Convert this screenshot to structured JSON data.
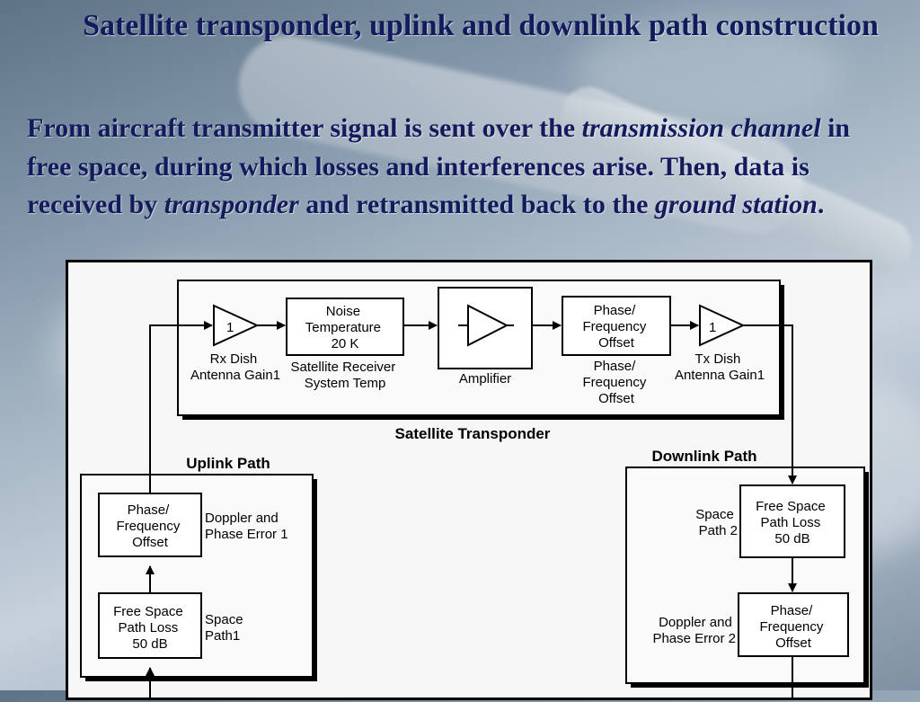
{
  "slide": {
    "title": "Satellite transponder, uplink and downlink path construction",
    "paragraph": {
      "t1": "From aircraft transmitter signal is sent over the ",
      "e1": "transmission channel",
      "t2": " in free space, during which losses  and interferences arise. Then, data is received by ",
      "e2": "transponder",
      "t3": " and retransmitted back to the ",
      "e3": "ground station",
      "t4": "."
    }
  },
  "diagram": {
    "transponder": {
      "label": "Satellite Transponder",
      "rx_gain_value": "1",
      "rx_label": [
        "Rx Dish",
        "Antenna Gain1"
      ],
      "noise_block": [
        "Noise",
        "Temperature",
        "20 K"
      ],
      "noise_label": [
        "Satellite Receiver",
        "System Temp"
      ],
      "amp_label": "Amplifier",
      "phase_block": [
        "Phase/",
        "Frequency",
        "Offset"
      ],
      "phase_label": [
        "Phase/",
        "Frequency",
        "Offset"
      ],
      "tx_gain_value": "1",
      "tx_label": [
        "Tx Dish",
        "Antenna Gain1"
      ]
    },
    "uplink": {
      "label": "Uplink Path",
      "phase_block": [
        "Phase/",
        "Frequency",
        "Offset"
      ],
      "phase_label": [
        "Doppler and",
        "Phase Error 1"
      ],
      "loss_block": [
        "Free Space",
        "Path Loss",
        "50 dB"
      ],
      "loss_label": [
        "Space",
        "Path1"
      ]
    },
    "downlink": {
      "label": "Downlink Path",
      "loss_block": [
        "Free Space",
        "Path Loss",
        "50 dB"
      ],
      "loss_label": [
        "Space",
        "Path 2"
      ],
      "phase_block": [
        "Phase/",
        "Frequency",
        "Offset"
      ],
      "phase_label": [
        "Doppler and",
        "Phase Error 2"
      ]
    }
  }
}
